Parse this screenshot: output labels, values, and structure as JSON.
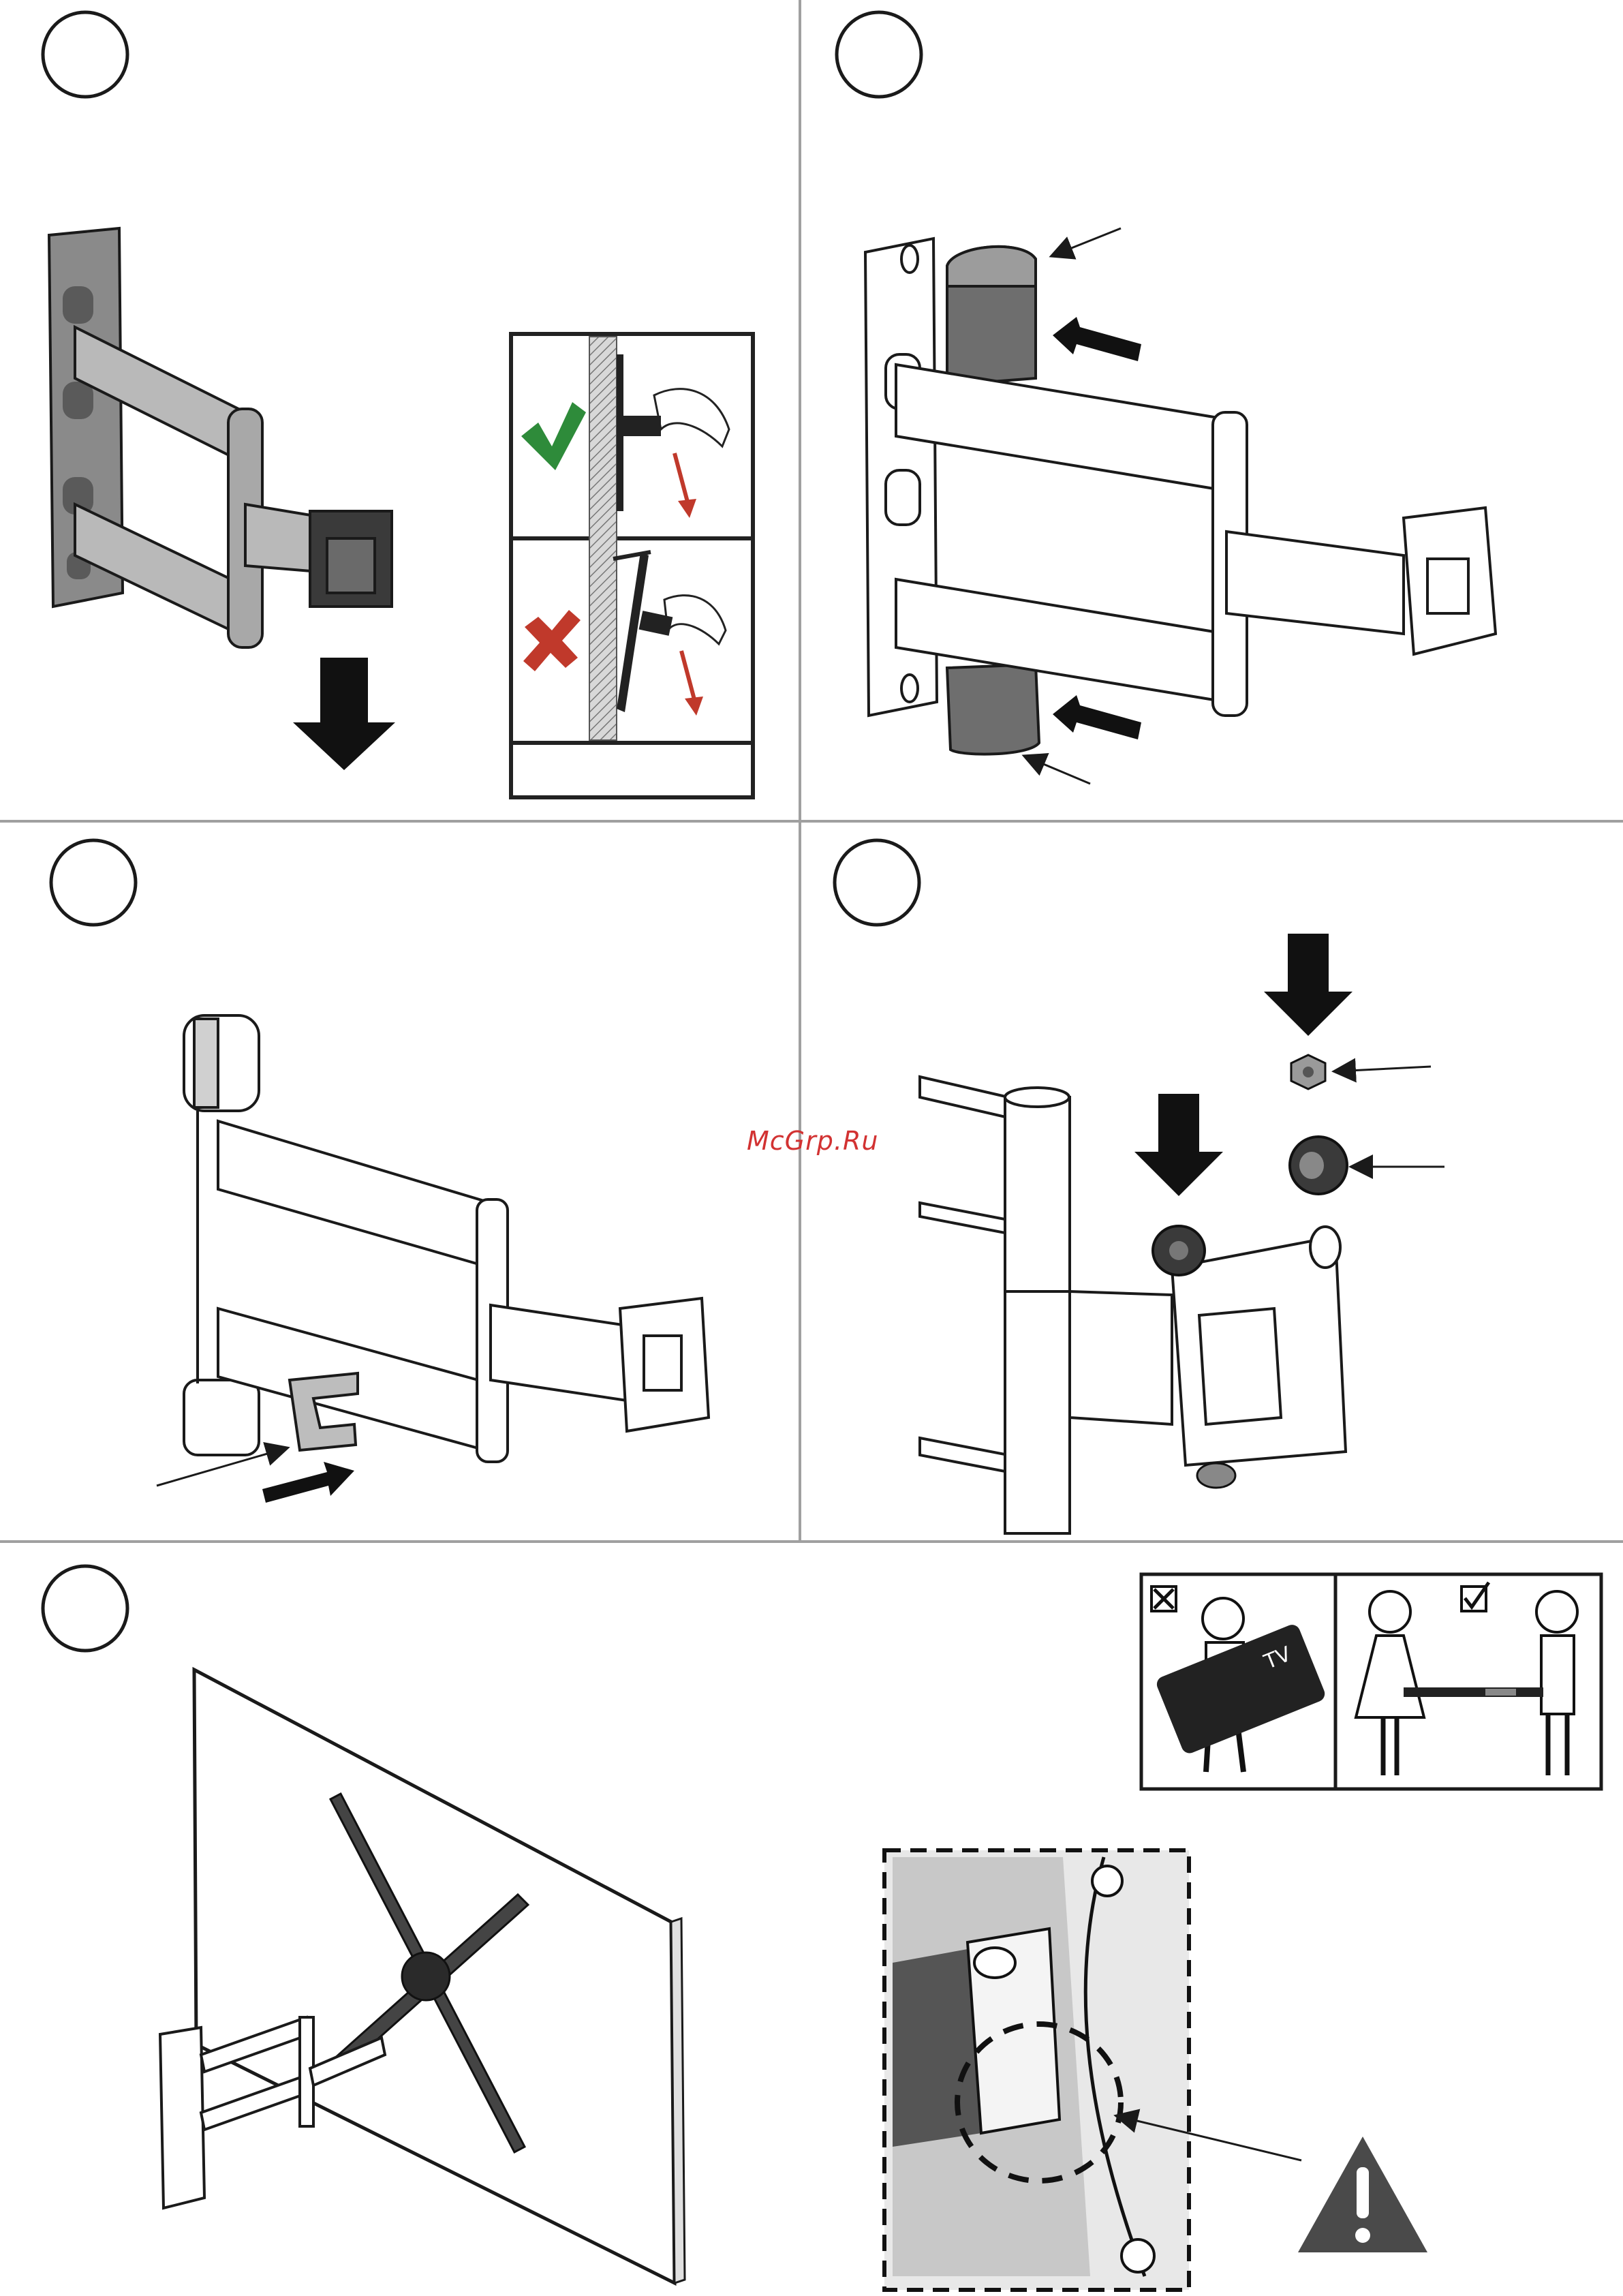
{
  "watermark": "McGrp.Ru",
  "tv_label": "TV",
  "colors": {
    "ink": "#1a1a1a",
    "metal": "#9a9a9a",
    "ok": "#2e8b3a",
    "error": "#c0392b"
  },
  "steps": [
    {
      "name": "step-1",
      "icon": "wall-plate-lower-arm"
    },
    {
      "name": "step-2",
      "icon": "insert-covers"
    },
    {
      "name": "step-3",
      "icon": "attach-clip"
    },
    {
      "name": "step-4",
      "icon": "nut-and-washer"
    },
    {
      "name": "step-5",
      "icon": "hang-tv"
    }
  ],
  "icons": [
    "check-icon",
    "cross-icon",
    "warning-icon",
    "down-arrow-icon",
    "checkbox-cross-icon",
    "checkbox-check-icon"
  ]
}
